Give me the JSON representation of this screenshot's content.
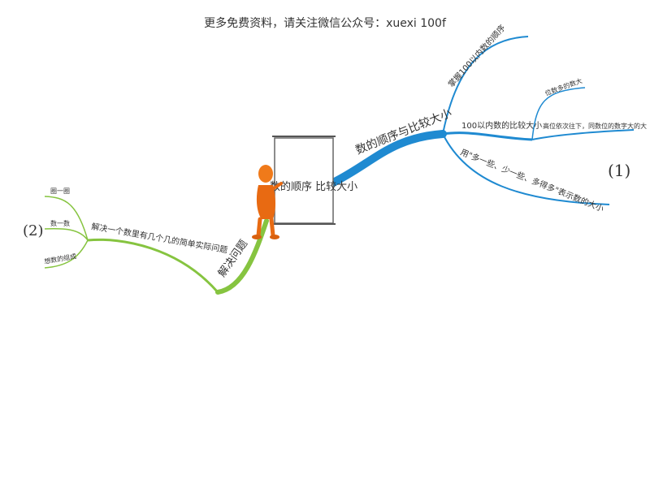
{
  "header": {
    "text": "更多免费资料，请关注微信公众号：xuexi 100f"
  },
  "center": {
    "label": "数的顺序  比较大小"
  },
  "branches": {
    "right_main": "数的顺序与比较大小",
    "right_sub1": "掌握100以内数的顺序",
    "right_sub2": "100以内数的比较大小",
    "right_sub2_a": "位数多的数大",
    "right_sub2_b": "高位依次往下，同数位的数字大的大",
    "right_sub3": "用\"多一些、少一些、多得多\"表示数的大小",
    "left_main": "解决问题",
    "left_sub": "解决一个数里有几个几的简单实际问题",
    "left_leaf1": "圈一圈",
    "left_leaf2": "数一数",
    "left_leaf3": "想数的组成"
  },
  "markers": {
    "right": "(1)",
    "left": "(2)"
  },
  "colors": {
    "blue": "#1f8ad1",
    "green": "#86c440",
    "figure": "#f07a1a",
    "board_border": "#666666",
    "text": "#333333"
  }
}
